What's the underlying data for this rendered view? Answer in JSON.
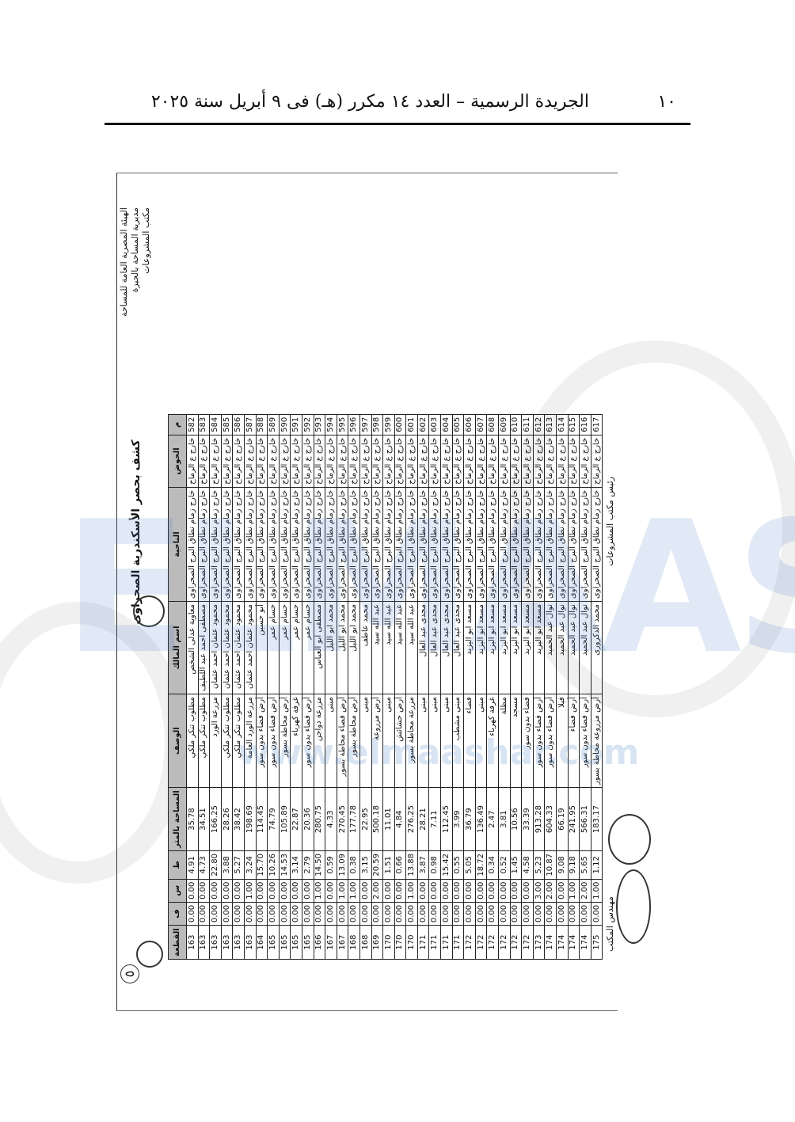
{
  "header": {
    "page_number": "١٠",
    "title": "الجريدة الرسمية – العدد ١٤ مكرر (هـ) فى ٩ أبريل سنة ٢٠٢٥"
  },
  "sheet": {
    "org_lines": [
      "الهيئة المصرية العامة للمساحة",
      "مديرية المساحة بالجيزة",
      "مكتب المشروعات"
    ],
    "title": "كشف بحصر الأسكندرية الصحراوى",
    "page_mark": "٥",
    "signatures": {
      "left": "مهندس المكتب",
      "right": "رئيس مكتب المشروعات"
    },
    "watermark": "www.elmaashar.com"
  },
  "table": {
    "headers": [
      "م",
      "الحوض",
      "الناحية",
      "اسم المالك",
      "الوصف",
      "المساحة بالمتر",
      "ط",
      "س",
      "ف",
      "القطعة"
    ],
    "street": "خارج ع الرماح",
    "village": "خارج زمام نطاق البرج الصحراوى",
    "rows": [
      [
        "582",
        "مطلوب تنكر ملكي",
        "معاوية عدلى الشخص",
        "35.78",
        "4.91",
        "0.00",
        "0.00",
        "163"
      ],
      [
        "583",
        "مطلوب تنكر ملكي",
        "مصطفى احمد عبد اللطيف",
        "34.51",
        "4.73",
        "0.00",
        "0.00",
        "163"
      ],
      [
        "584",
        "مزرعة الورد",
        "محمود عثمان احمد عثمان",
        "166.25",
        "22.80",
        "0.00",
        "0.00",
        "163"
      ],
      [
        "585",
        "مطلوب تنكر ملكي",
        "محمود عثمان احمد عثمان",
        "28.26",
        "3.88",
        "0.00",
        "0.00",
        "163"
      ],
      [
        "586",
        "مطلوب تنكر ملكي",
        "محمود عثمان احمد عثمان",
        "38.42",
        "5.27",
        "0.00",
        "0.00",
        "163"
      ],
      [
        "587",
        "مزرعة الورد العامة",
        "محمود عثمان احمد عثمان",
        "198.69",
        "3.24",
        "1.00",
        "0.00",
        "163"
      ],
      [
        "588",
        "أرض فضاء بدون سور",
        "أبو حسين",
        "114.45",
        "15.70",
        "0.00",
        "0.00",
        "164"
      ],
      [
        "589",
        "أرض فضاء بدون سور",
        "حسام عمر",
        "74.79",
        "10.26",
        "0.00",
        "0.00",
        "165"
      ],
      [
        "590",
        "أرض محاطة بسور",
        "حسام عمر",
        "105.89",
        "14.53",
        "0.00",
        "0.00",
        "165"
      ],
      [
        "591",
        "غرفة كهرباء",
        "حسام عمر",
        "22.87",
        "3.14",
        "0.00",
        "0.00",
        "165"
      ],
      [
        "592",
        "أرض فضاء بدون سور",
        "حسام عمر",
        "20.36",
        "2.79",
        "0.00",
        "0.00",
        "165"
      ],
      [
        "593",
        "مزرعة دواجن",
        "مصطفى ابو العباس",
        "280.75",
        "14.50",
        "1.00",
        "0.00",
        "166"
      ],
      [
        "594",
        "مبنى",
        "محمد ابو الليل",
        "4.33",
        "0.59",
        "0.00",
        "0.00",
        "167"
      ],
      [
        "595",
        "أرض فضاء محاطة بسور",
        "محمد ابو الليل",
        "270.45",
        "13.09",
        "1.00",
        "0.00",
        "167"
      ],
      [
        "596",
        "أرض محاطة بسور",
        "محمد ابو الليل",
        "177.78",
        "0.38",
        "1.00",
        "0.00",
        "168"
      ],
      [
        "597",
        "مبنى",
        "محمد عاطف",
        "22.95",
        "3.15",
        "0.00",
        "0.00",
        "168"
      ],
      [
        "598",
        "أرض مزروعة",
        "عبد الله سيد",
        "500.18",
        "20.59",
        "2.00",
        "0.00",
        "169"
      ],
      [
        "599",
        "مبنى",
        "عبد الله سيد",
        "11.01",
        "1.51",
        "0.00",
        "0.00",
        "170"
      ],
      [
        "600",
        "أرض حشائش",
        "عبد الله سيد",
        "4.84",
        "0.66",
        "0.00",
        "0.00",
        "170"
      ],
      [
        "601",
        "مزرعة محاطة بسور",
        "عبد الله سيد",
        "276.25",
        "13.88",
        "1.00",
        "0.00",
        "170"
      ],
      [
        "602",
        "مبنى",
        "مجدى عبد العال",
        "28.21",
        "3.87",
        "0.00",
        "0.00",
        "171"
      ],
      [
        "603",
        "مبنى",
        "مجدى عبد العال",
        "7.11",
        "0.98",
        "0.00",
        "0.00",
        "171"
      ],
      [
        "604",
        "مبنى",
        "مجدى عبد العال",
        "112.45",
        "15.42",
        "0.00",
        "0.00",
        "171"
      ],
      [
        "605",
        "مبنى مشطب",
        "مجدى عبد العال",
        "3.99",
        "0.55",
        "0.00",
        "0.00",
        "171"
      ],
      [
        "606",
        "فضاء",
        "مسعد ابو اليزيد",
        "36.79",
        "5.05",
        "0.00",
        "0.00",
        "172"
      ],
      [
        "607",
        "مبنى",
        "مسعد ابو اليزيد",
        "136.49",
        "18.72",
        "0.00",
        "0.00",
        "172"
      ],
      [
        "608",
        "غرفة كهرباء",
        "مسعد ابو اليزيد",
        "2.47",
        "0.34",
        "0.00",
        "0.00",
        "172"
      ],
      [
        "609",
        "مظلة",
        "مسعد ابو اليزيد",
        "3.81",
        "0.52",
        "0.00",
        "0.00",
        "172"
      ],
      [
        "610",
        "مسجد",
        "مسعد ابو اليزيد",
        "10.56",
        "1.45",
        "0.00",
        "0.00",
        "172"
      ],
      [
        "611",
        "فضاء بدون سور",
        "مسعد ابو اليزيد",
        "33.39",
        "4.58",
        "0.00",
        "0.00",
        "172"
      ],
      [
        "612",
        "أرض فضاء بدون سور",
        "مسعد ابو اليزيد",
        "913.28",
        "5.23",
        "3.00",
        "0.00",
        "173"
      ],
      [
        "613",
        "أرض فضاء بدون سور",
        "نوال عبد الحميد",
        "604.33",
        "10.87",
        "2.00",
        "0.00",
        "174"
      ],
      [
        "614",
        "فيلا",
        "نوال عبد الحميد",
        "66.19",
        "9.08",
        "0.00",
        "0.00",
        "174"
      ],
      [
        "615",
        "أرض فضاء",
        "نوال عبد الحميد",
        "241.95",
        "9.18",
        "1.00",
        "0.00",
        "174"
      ],
      [
        "616",
        "أرض فضاء بدون سور",
        "نوال عبد الحميد",
        "566.31",
        "5.65",
        "2.00",
        "0.00",
        "174"
      ],
      [
        "617",
        "أرض مزروعة محاطة بسور",
        "محمد الدكرورى",
        "183.17",
        "1.12",
        "1.00",
        "0.00",
        "175"
      ]
    ]
  }
}
